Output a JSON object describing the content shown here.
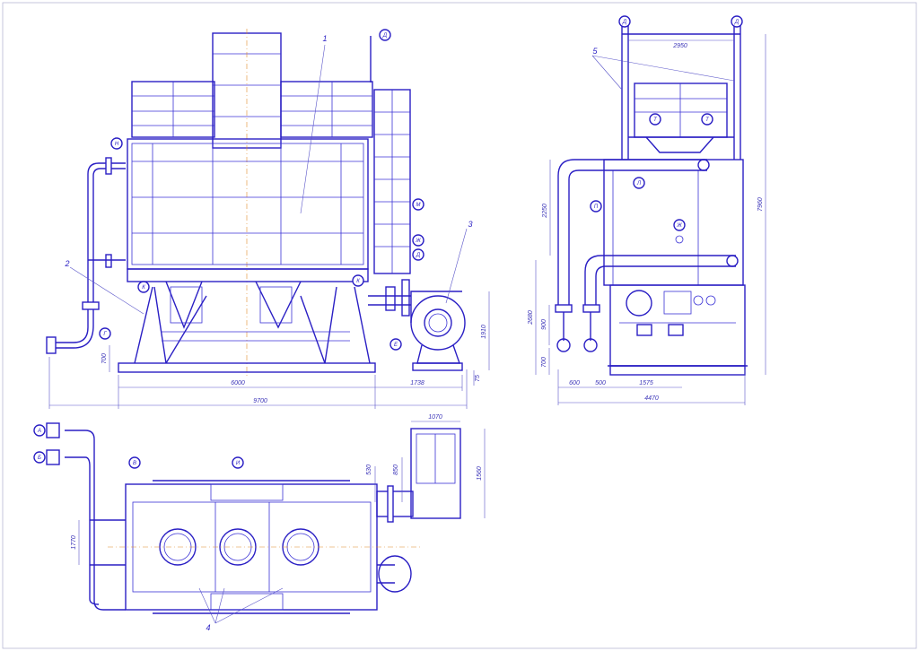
{
  "drawing": {
    "callouts": [
      "1",
      "2",
      "3",
      "4",
      "5"
    ],
    "tags": {
      "A": "А",
      "B": "Б",
      "V": "В",
      "G": "Г",
      "D": "Д",
      "E": "Е",
      "Zh": "Ж",
      "I": "И",
      "K": "К",
      "L": "Л",
      "M": "М",
      "N": "Н",
      "P": "П",
      "T": "Т"
    },
    "front_view": {
      "dims": [
        "6000",
        "1738",
        "9700",
        "700",
        "1910",
        "75"
      ]
    },
    "side_view": {
      "dims": [
        "2950",
        "2250",
        "7960",
        "2680",
        "900",
        "700",
        "600",
        "500",
        "1575",
        "4470"
      ]
    },
    "plan_view": {
      "dims": [
        "1070",
        "1560",
        "530",
        "850",
        "1770"
      ]
    }
  }
}
